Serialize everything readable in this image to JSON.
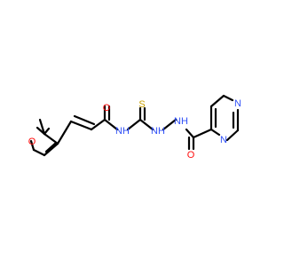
{
  "molecule": {
    "atoms": {
      "furan_o": "O",
      "carbonyl_o1": "O",
      "amide_nh": "NH",
      "thione_s": "S",
      "hydrazide_nh1": "NH",
      "hydrazide_nh2": "NH",
      "carbonyl_o2": "O",
      "pyrazine_n1": "N",
      "pyrazine_n2": "N"
    },
    "colors": {
      "bond": "#000000",
      "oxygen": "#ff0d0d",
      "nitrogen": "#3050f8",
      "sulfur": "#c8a000",
      "background": "#ffffff"
    }
  }
}
